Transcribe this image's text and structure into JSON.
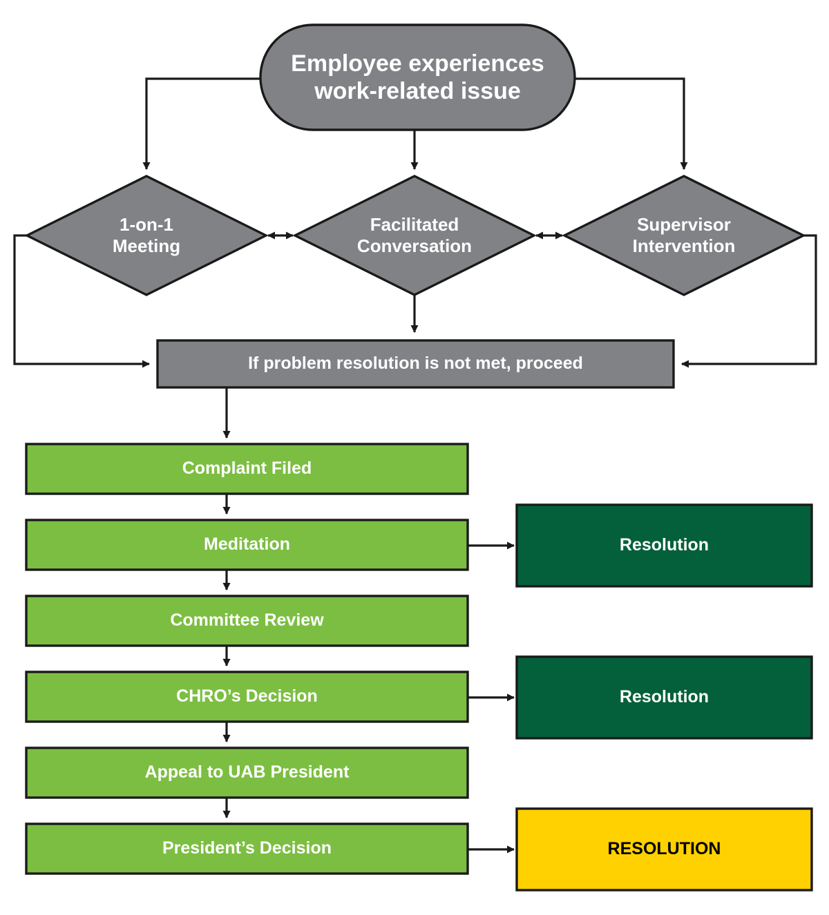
{
  "diagram": {
    "title": "Employee work-related issue resolution process flowchart",
    "colors": {
      "gray_fill": "#808285",
      "green_fill": "#7CBE42",
      "dark_green_fill": "#04603A",
      "yellow_fill": "#FFD100",
      "stroke": "#1A1A1A",
      "text_light": "#FFFFFF",
      "text_dark": "#000000",
      "background": "#FFFFFF"
    },
    "start": {
      "label": "Employee experiences\nwork-related issue",
      "shape": "rounded-rectangle",
      "fill": "gray"
    },
    "decisions": [
      {
        "label": "1-on-1\nMeeting",
        "shape": "diamond",
        "fill": "gray"
      },
      {
        "label": "Facilitated\nConversation",
        "shape": "diamond",
        "fill": "gray"
      },
      {
        "label": "Supervisor\nIntervention",
        "shape": "diamond",
        "fill": "gray"
      }
    ],
    "gate": {
      "label": "If problem resolution is not met, proceed",
      "shape": "rectangle",
      "fill": "gray"
    },
    "steps": [
      {
        "label": "Complaint Filed",
        "fill": "green"
      },
      {
        "label": "Meditation",
        "fill": "green"
      },
      {
        "label": "Committee Review",
        "fill": "green"
      },
      {
        "label": "CHRO’s Decision",
        "fill": "green"
      },
      {
        "label": "Appeal to UAB President",
        "fill": "green"
      },
      {
        "label": "President’s Decision",
        "fill": "green"
      }
    ],
    "outcomes": [
      {
        "label": "Resolution",
        "fill": "dark-green",
        "from": "Meditation"
      },
      {
        "label": "Resolution",
        "fill": "dark-green",
        "from": "CHRO’s Decision"
      },
      {
        "label": "RESOLUTION",
        "fill": "yellow",
        "from": "President’s Decision"
      }
    ]
  }
}
